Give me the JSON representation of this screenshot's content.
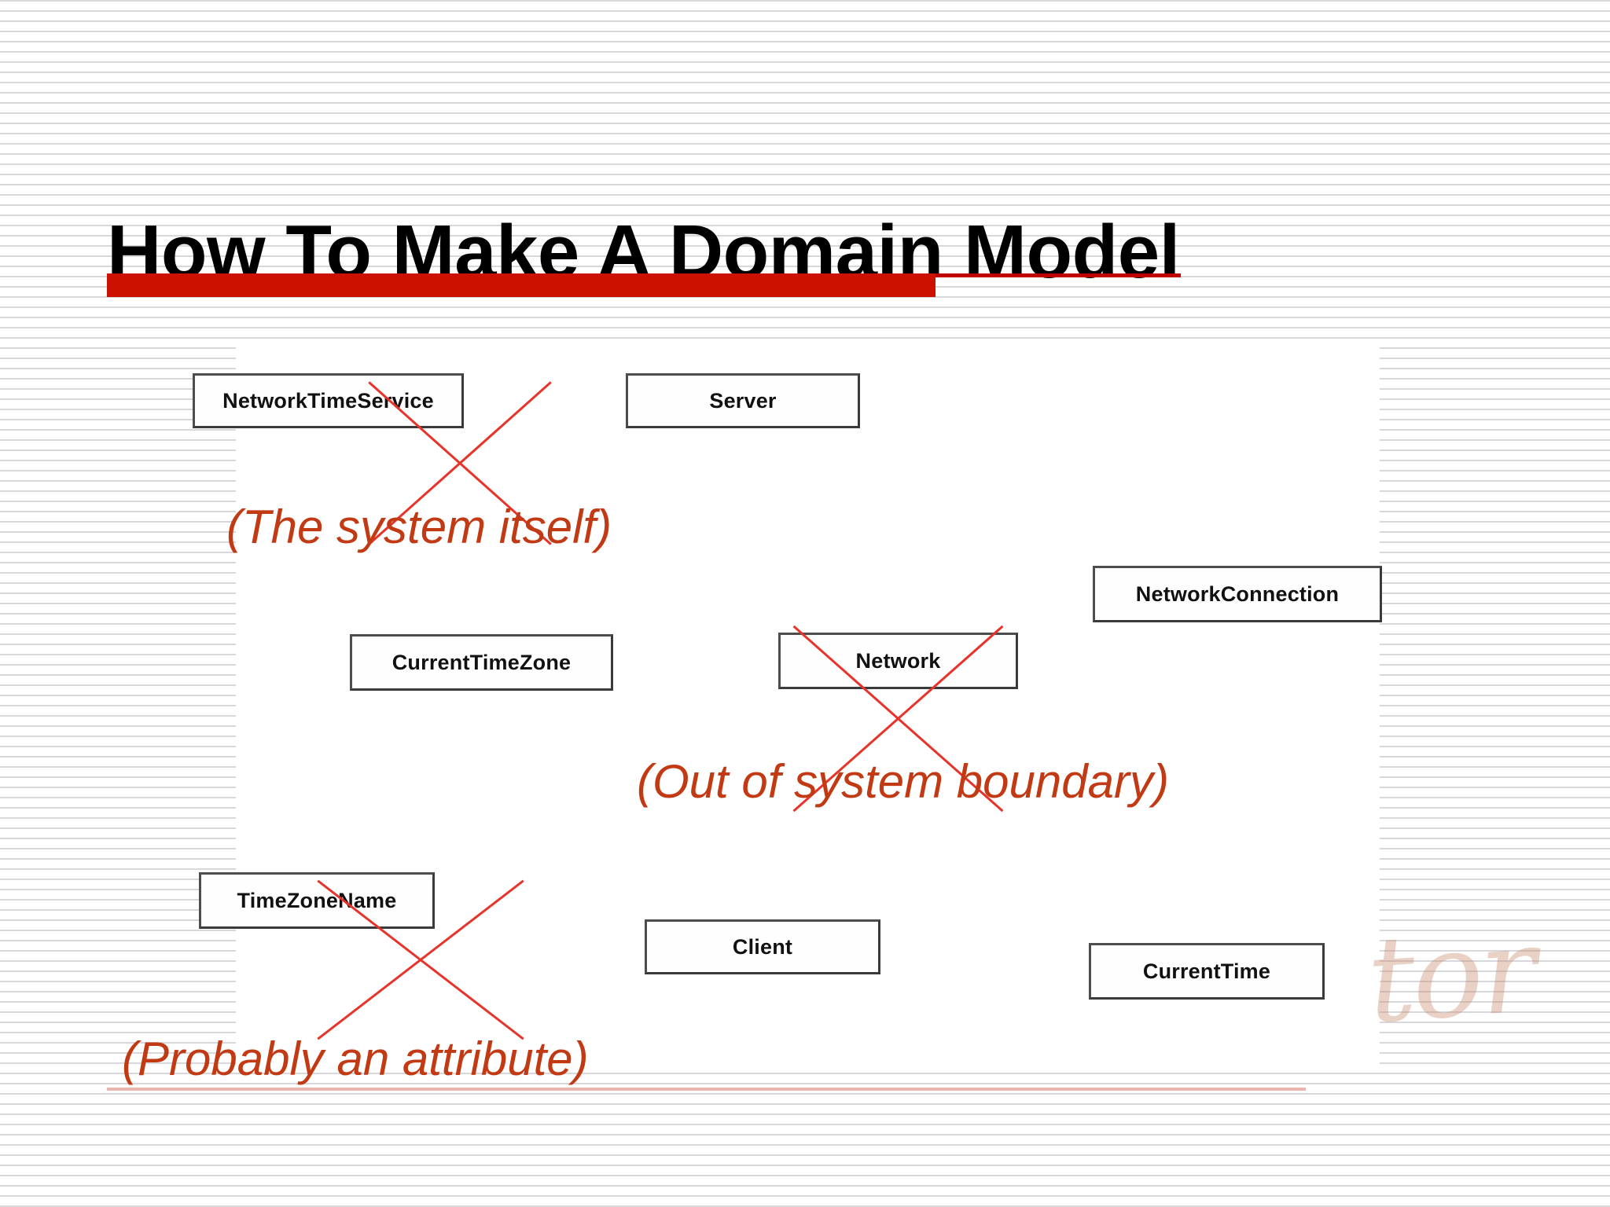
{
  "slide": {
    "title": "How To Make A Domain Model",
    "accent_color": "#CC1100",
    "annotation_color": "#C23A14",
    "strike_color": "#E8332A",
    "watermark_text": "tor"
  },
  "diagram": {
    "boxes": [
      {
        "id": "networktimeservice",
        "label": "NetworkTimeService",
        "struck": true
      },
      {
        "id": "server",
        "label": "Server",
        "struck": false
      },
      {
        "id": "networkconnection",
        "label": "NetworkConnection",
        "struck": false
      },
      {
        "id": "currenttimezone",
        "label": "CurrentTimeZone",
        "struck": false
      },
      {
        "id": "network",
        "label": "Network",
        "struck": true
      },
      {
        "id": "timezonename",
        "label": "TimeZoneName",
        "struck": true
      },
      {
        "id": "client",
        "label": "Client",
        "struck": false
      },
      {
        "id": "currenttime",
        "label": "CurrentTime",
        "struck": false
      }
    ],
    "annotations": [
      {
        "id": "system-itself",
        "text": "(The system itself)"
      },
      {
        "id": "out-of-boundary",
        "text": "(Out of system boundary)"
      },
      {
        "id": "probably-attribute",
        "text": "(Probably an attribute)"
      }
    ]
  }
}
